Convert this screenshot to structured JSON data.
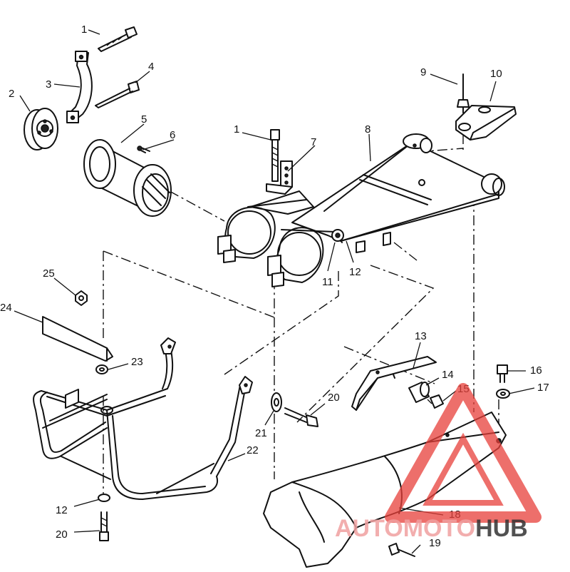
{
  "diagram": {
    "callouts": [
      "1",
      "2",
      "3",
      "4",
      "5",
      "6",
      "1",
      "7",
      "8",
      "9",
      "10",
      "25",
      "24",
      "23",
      "11",
      "12",
      "13",
      "14",
      "15",
      "16",
      "17",
      "20",
      "21",
      "22",
      "12",
      "20",
      "18",
      "19"
    ]
  },
  "watermark": {
    "part1": "AUTOMOTO",
    "part2": "HUB",
    "color1": "#f0a0a0",
    "color2": "#333333",
    "accent": "#e8403a"
  }
}
